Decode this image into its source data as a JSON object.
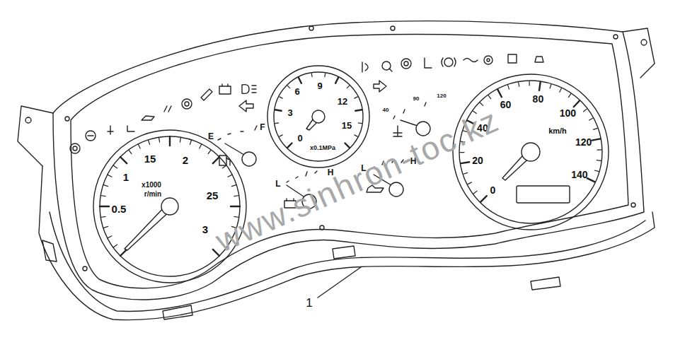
{
  "diagram": {
    "nodes": [
      {
        "text": [
          "0.5",
          "1",
          "15",
          "2",
          "25",
          "3",
          "x1000",
          "r/min"
        ]
      },
      {
        "text": [
          "3",
          "6",
          "9",
          "12",
          "15",
          "0",
          "x0.1MPa"
        ]
      },
      {
        "text": [
          "0",
          "20",
          "40",
          "60",
          "80",
          "100",
          "120",
          "140",
          "km/h"
        ]
      }
    ],
    "labels": [
      "E",
      "F",
      "L",
      "H",
      "L",
      "H",
      "40",
      "90",
      "120",
      "1",
      "www.sinhron-toc.kz"
    ]
  }
}
